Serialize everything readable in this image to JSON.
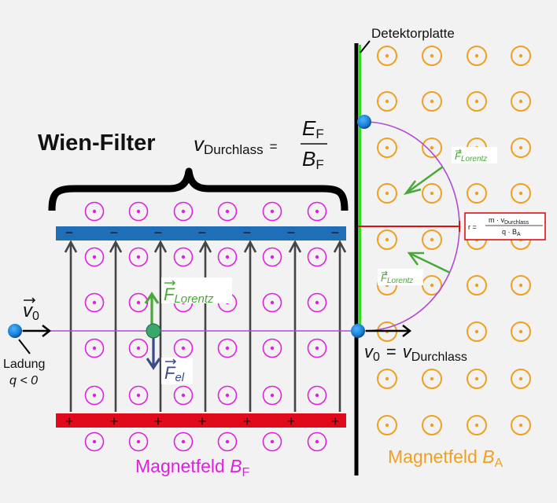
{
  "title": {
    "text": "Wien-Filter",
    "v_symbol": "v",
    "v_sub": "Durchlass",
    "equals": "=",
    "numerator": "E",
    "numerator_sub": "F",
    "denominator": "B",
    "denominator_sub": "F"
  },
  "detector_label": "Detektorplatte",
  "velocity_label": {
    "symbol": "v",
    "sub": "0"
  },
  "charge_label": {
    "line1": "Ladung",
    "line2": "q < 0"
  },
  "force_labels": {
    "lorentz_symbol": "F",
    "lorentz_sub": "Lorentz",
    "el_symbol": "F",
    "el_sub": "el"
  },
  "plates": {
    "top_sign": "−",
    "bottom_sign": "+"
  },
  "magnetfeld_F": {
    "text": "Magnetfeld ",
    "symbol": "B",
    "sub": "F"
  },
  "magnetfeld_A": {
    "text": "Magnetfeld ",
    "symbol": "B",
    "sub": "A"
  },
  "exit_condition": {
    "v": "v",
    "v_sub": "0",
    "equals": "=",
    "v2": "v",
    "v2_sub": "Durchlass"
  },
  "radius_formula": {
    "r": "r =",
    "numerator": "m · v",
    "numerator_sub": "Durchlass",
    "denominator": "q · B",
    "denominator_sub": "A"
  },
  "colors": {
    "background": "#f2f2f2",
    "field_F": "#e020e0",
    "field_A": "#f0a020",
    "top_plate": "#1f6fb8",
    "bottom_plate": "#e00a1a",
    "particle": "#1a7fd6",
    "trajectory": "#b04ad0",
    "lorentz": "#4aa83a",
    "electric": "#3a4a8a",
    "radius_line": "#e01010",
    "detector_green": "#33dd22"
  },
  "icons": {
    "field_out_of_page": "circle-dot-icon",
    "particle": "sphere-icon"
  }
}
